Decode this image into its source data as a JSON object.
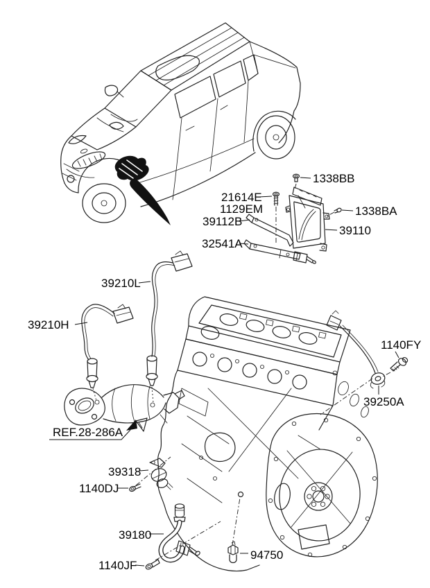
{
  "page": {
    "background": "#ffffff",
    "ink": "#1f1f1f",
    "label_color": "#000000"
  },
  "callouts": {
    "bolt_1338BB": {
      "text": "1338BB"
    },
    "bolt_21614E": {
      "text": "21614E"
    },
    "bolt_1129EM": {
      "text": "1129EM"
    },
    "bracket_39112B": {
      "text": "39112B"
    },
    "bolt_1338BA": {
      "text": "1338BA"
    },
    "ecu_39110": {
      "text": "39110"
    },
    "bracket_32541A": {
      "text": "32541A"
    },
    "o2_sensor_39210L": {
      "text": "39210L"
    },
    "o2_sensor_39210H": {
      "text": "39210H"
    },
    "ref_link": {
      "text": "REF.28-286A"
    },
    "bolt_1140FY": {
      "text": "1140FY"
    },
    "knock_sensor_39250A": {
      "text": "39250A"
    },
    "valve_39318": {
      "text": "39318"
    },
    "bolt_1140DJ": {
      "text": "1140DJ"
    },
    "hose_39180": {
      "text": "39180"
    },
    "bolt_1140JF": {
      "text": "1140JF"
    },
    "switch_94750": {
      "text": "94750"
    }
  }
}
